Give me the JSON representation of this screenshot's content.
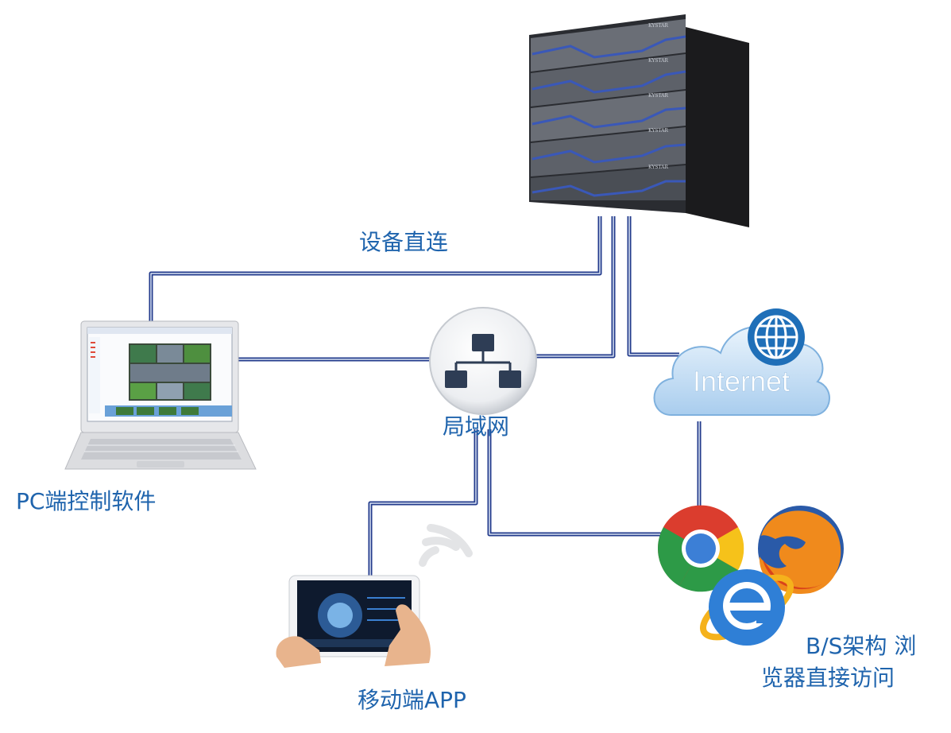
{
  "labels": {
    "direct": "设备直连",
    "lan": "局域网",
    "pc": "PC端控制软件",
    "mobile": "移动端APP",
    "bs_line1": "B/S架构 浏",
    "bs_line2": "览器直接访问",
    "internet": "Internet"
  },
  "server_brand": "KYSTAR",
  "colors": {
    "label": "#1f64ad",
    "wire_outer": "#1e3a8a",
    "wire_inner": "#dbe5f2",
    "cloud": "#cfe4f7",
    "globe": "#1f6fb8"
  }
}
